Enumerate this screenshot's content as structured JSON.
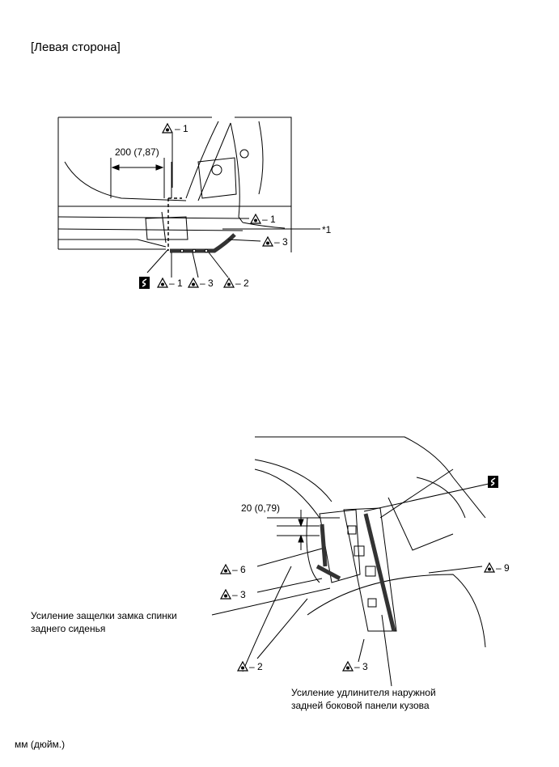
{
  "header": {
    "title": "[Левая сторона]"
  },
  "upper": {
    "dimension": "200 (7,87)",
    "callouts": {
      "top": "1",
      "right_1": "1",
      "right_star": "*1",
      "right_3": "3",
      "bottom_1": "1",
      "bottom_3": "3",
      "bottom_2": "2"
    },
    "icons": [
      "weld-symbol-icon",
      "cut-symbol-icon"
    ]
  },
  "lower": {
    "dimension": "20 (0,79)",
    "callouts": {
      "c6": "6",
      "c3_left": "3",
      "c2": "2",
      "c3_bottom": "3",
      "c9": "9"
    },
    "label_left_line1": "Усиление защелки замка спинки",
    "label_left_line2": "заднего сиденья",
    "label_bottom_line1": "Усиление удлинителя наружной",
    "label_bottom_line2": "задней боковой панели кузова"
  },
  "footer": {
    "units": "мм (дюйм.)"
  }
}
